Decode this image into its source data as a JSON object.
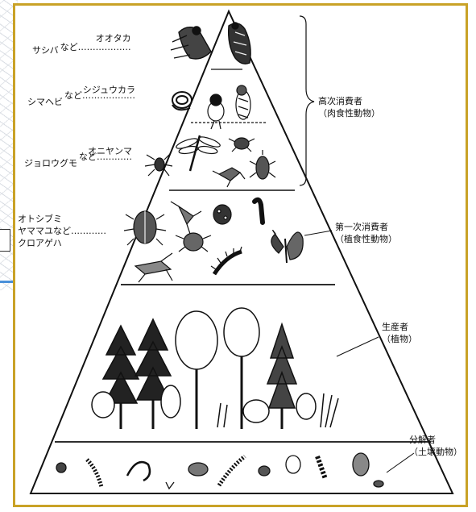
{
  "left_labels": {
    "raptors": {
      "line1": "オオタカ",
      "line2": "サシバ",
      "suffix": "など………………"
    },
    "mid": {
      "line1": "シジュウカラ",
      "line2": "シマヘビ",
      "suffix": "など………………"
    },
    "small": {
      "line1": "オニヤンマ",
      "line2": "ジョロウグモ",
      "suffix": "など…………"
    },
    "herb": {
      "line1": "オトシブミ",
      "line2": "ヤママユなど…………",
      "line3": "クロアゲハ"
    }
  },
  "right_labels": {
    "higher": {
      "line1": "高次消費者",
      "line2": "（肉食性動物）"
    },
    "primary": {
      "line1": "第一次消費者",
      "line2": "（植食性動物）"
    },
    "producer": {
      "line1": "生産者",
      "line2": "（植物）"
    },
    "decomposer": {
      "line1": "分解者",
      "line2": "（土壌動物）"
    }
  },
  "colors": {
    "frame": "#c9a227",
    "ink": "#111111",
    "map_line": "#4a90d9"
  }
}
